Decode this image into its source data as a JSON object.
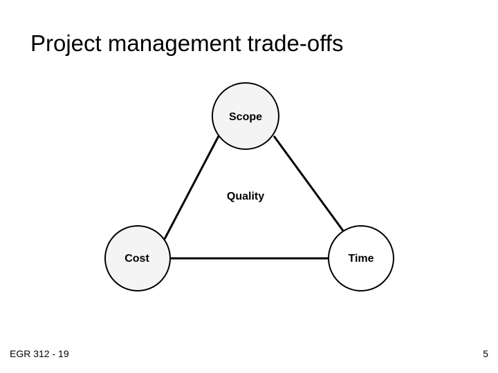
{
  "slide": {
    "title": "Project management trade-offs",
    "footer_left": "EGR 312 - 19",
    "page_number": "5"
  },
  "diagram": {
    "center_label": "Quality",
    "nodes": [
      {
        "label": "Scope",
        "fill": "#f4f4f4"
      },
      {
        "label": "Cost",
        "fill": "#f4f4f4"
      },
      {
        "label": "Time",
        "fill": "#ffffff"
      }
    ],
    "edges": [
      [
        "Scope",
        "Cost"
      ],
      [
        "Scope",
        "Time"
      ],
      [
        "Cost",
        "Time"
      ]
    ],
    "stroke_color": "#000000"
  }
}
